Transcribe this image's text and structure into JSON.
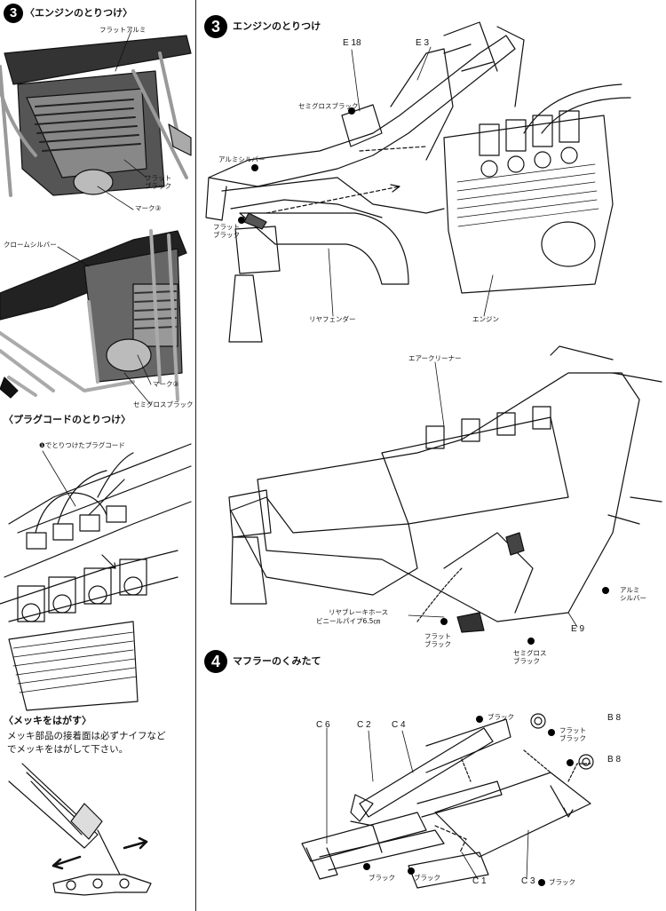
{
  "left_column": {
    "step3_badge": "3",
    "step3_title": "〈エンジンのとりつけ〉",
    "callouts": {
      "flat_aluminum": "フラットアルミ",
      "flat_black": "フラット\nブラック",
      "mark3_upper": "マーク③",
      "chrome_silver": "クロームシルバー",
      "mark3_lower": "マーク③",
      "semigloss_black": "セミグロスブラック"
    },
    "plug_title": "〈プラグコードのとりつけ〉",
    "plug_callout": "❶でとりつけたプラグコード",
    "plating_title": "〈メッキをはがす〉",
    "plating_text_1": "メッキ部品の接着面は必ずナイフなど",
    "plating_text_2": "でメッキをはがして下さい。"
  },
  "right_column": {
    "step3_badge": "3",
    "step3_title": "エンジンのとりつけ",
    "parts": {
      "e18": "E 18",
      "e3": "E 3",
      "e9": "E 9"
    },
    "callouts": {
      "semigloss_black": "セミグロスブラック",
      "aluminum_silver": "アルミシルバー",
      "flat_black": "フラット\nブラック",
      "rear_fender": "リヤフェンダー",
      "engine": "エンジン",
      "air_cleaner": "エアークリーナー",
      "brake_hose_1": "リヤブレーキホース",
      "brake_hose_2": "ビニールパイプ6.5㎝",
      "flat_black_2": "フラット\nブラック",
      "semigloss_black_2": "セミグロス\nブラック",
      "aluminum_silver_2": "アルミ\nシルバー"
    }
  },
  "step4": {
    "badge": "4",
    "title": "マフラーのくみたて",
    "parts": {
      "c6": "C 6",
      "c2": "C 2",
      "c4": "C 4",
      "b8_top": "B 8",
      "b8_bottom": "B 8",
      "c1": "C 1",
      "c3": "C 3"
    },
    "callouts": {
      "black_top": "ブラック",
      "flat_black": "フラット\nブラック",
      "black_bottom_left": "ブラック",
      "black_bottom_mid": "ブラック",
      "black_c3": "ブラック"
    }
  }
}
